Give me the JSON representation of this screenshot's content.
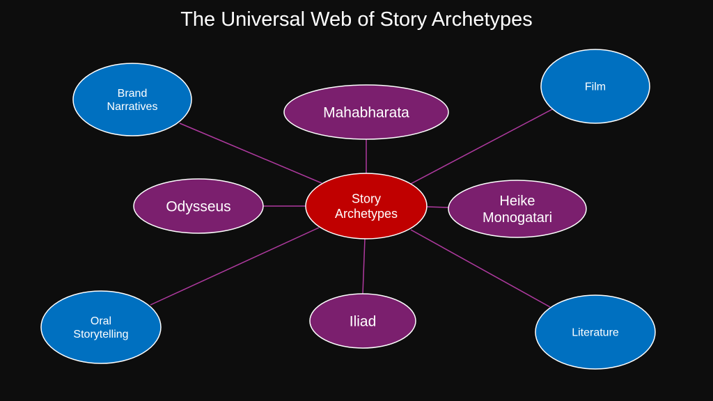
{
  "title": "The Universal Web of Story Archetypes",
  "colors": {
    "background": "#0d0d0d",
    "center_fill": "#c00000",
    "archetype_fill": "#7b1f6e",
    "medium_fill": "#0070c0",
    "node_border": "#ffffff",
    "connector": "#b03aa0"
  },
  "center": {
    "lines": [
      "Story",
      "Archetypes"
    ]
  },
  "nodes": [
    {
      "id": "brand-narratives",
      "lines": [
        "Brand",
        "Narratives"
      ],
      "kind": "medium"
    },
    {
      "id": "mahabharata",
      "lines": [
        "Mahabharata"
      ],
      "kind": "archetype"
    },
    {
      "id": "film",
      "lines": [
        "Film"
      ],
      "kind": "medium"
    },
    {
      "id": "odysseus",
      "lines": [
        "Odysseus"
      ],
      "kind": "archetype"
    },
    {
      "id": "heike-monogatari",
      "lines": [
        "Heike",
        "Monogatari"
      ],
      "kind": "archetype"
    },
    {
      "id": "oral-storytelling",
      "lines": [
        "Oral",
        "Storytelling"
      ],
      "kind": "medium"
    },
    {
      "id": "iliad",
      "lines": [
        "Iliad"
      ],
      "kind": "archetype"
    },
    {
      "id": "literature",
      "lines": [
        "Literature"
      ],
      "kind": "medium"
    }
  ]
}
